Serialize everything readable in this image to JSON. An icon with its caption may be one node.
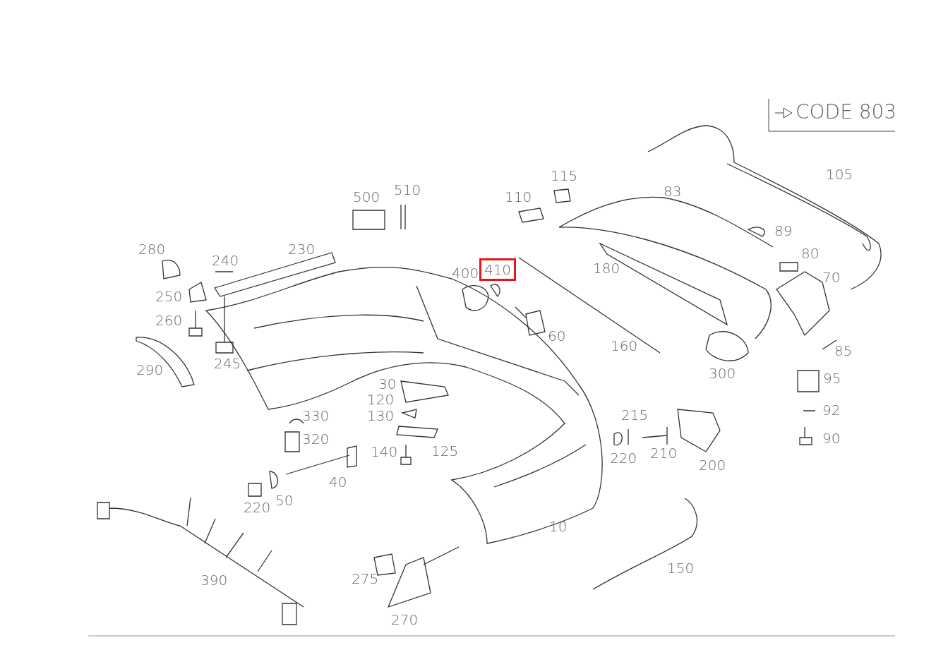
{
  "diagram": {
    "nodes": [
      {
        "text": [
          "410"
        ]
      }
    ],
    "labels": [
      "CODE 803",
      "115",
      "105",
      "500",
      "510",
      "110",
      "83",
      "89",
      "280",
      "80",
      "240",
      "230",
      "400",
      "180",
      "70",
      "250",
      "260",
      "60",
      "160",
      "85",
      "245",
      "290",
      "300",
      "95",
      "30",
      "120",
      "330",
      "130",
      "215",
      "92",
      "320",
      "90",
      "140",
      "125",
      "210",
      "220",
      "200",
      "40",
      "50",
      "220",
      "10",
      "150",
      "390",
      "275",
      "270"
    ]
  }
}
